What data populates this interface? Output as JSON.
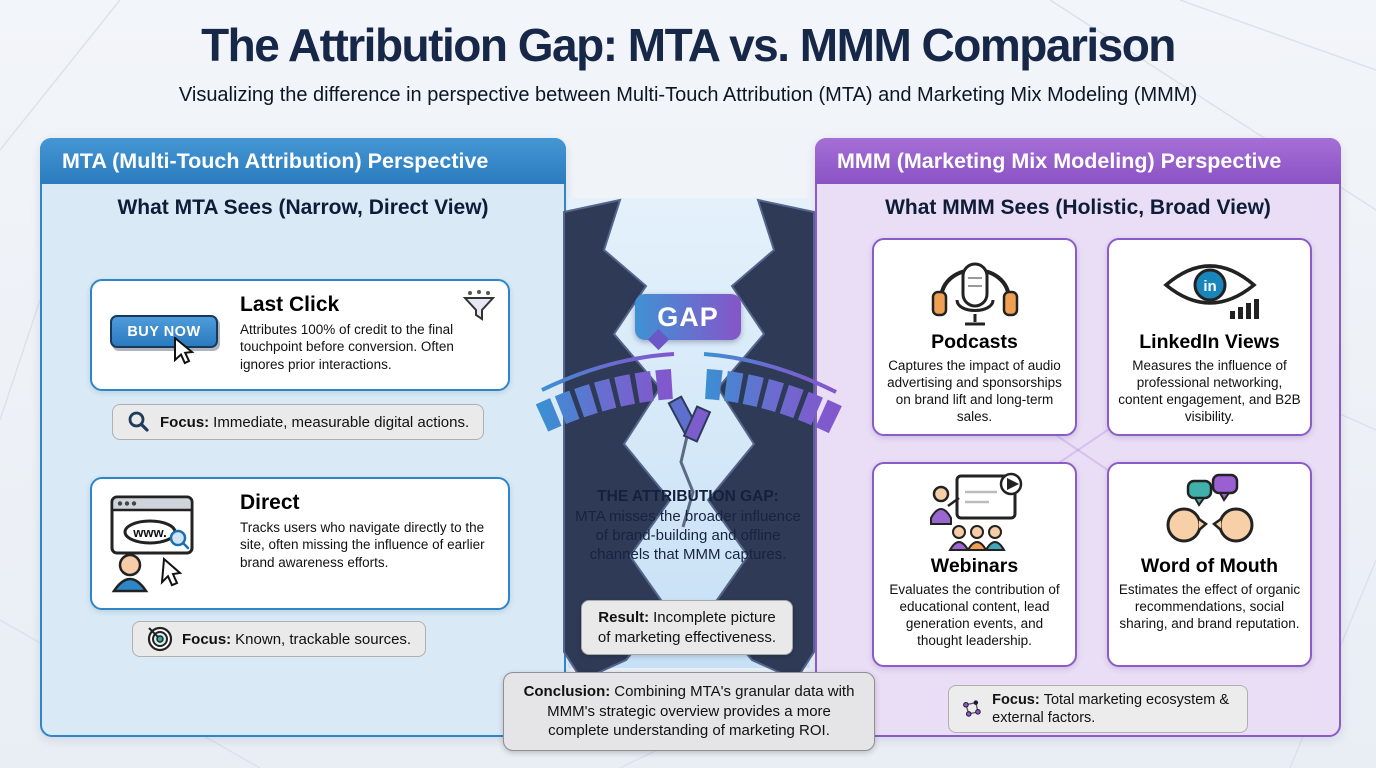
{
  "title": "The Attribution Gap: MTA vs. MMM Comparison",
  "subtitle": "Visualizing the difference in perspective between Multi-Touch Attribution (MTA) and Marketing Mix Modeling (MMM)",
  "mta": {
    "header": "MTA (Multi-Touch Attribution) Perspective",
    "section_title": "What MTA Sees (Narrow, Direct View)",
    "last_click": {
      "title": "Last Click",
      "description": "Attributes 100% of credit to the final touchpoint before conversion. Often ignores prior interactions.",
      "button_label": "BUY NOW"
    },
    "focus1": {
      "label": "Focus:",
      "text": "Immediate, measurable digital actions."
    },
    "direct": {
      "title": "Direct",
      "description": "Tracks users who navigate directly to the site, often missing the influence of earlier brand awareness efforts.",
      "browser_label": "www."
    },
    "focus2": {
      "label": "Focus:",
      "text": "Known, trackable sources."
    }
  },
  "gap": {
    "badge": "GAP",
    "headline": "THE ATTRIBUTION GAP:",
    "body": "MTA misses the broader influence of brand-building and offline channels that MMM captures.",
    "result_label": "Result:",
    "result_text": "Incomplete picture of marketing effectiveness.",
    "conclusion_label": "Conclusion:",
    "conclusion_text": "Combining MTA's granular data with MMM's strategic overview provides a more complete understanding of marketing ROI."
  },
  "mmm": {
    "header": "MMM (Marketing Mix Modeling) Perspective",
    "section_title": "What MMM Sees (Holistic, Broad View)",
    "cards": [
      {
        "title": "Podcasts",
        "icon": "podcast-mic-icon",
        "description": "Captures the impact of audio advertising and sponsorships on brand lift and long-term sales."
      },
      {
        "title": "LinkedIn Views",
        "icon": "linkedin-eye-icon",
        "logo_text": "in",
        "description": "Measures the influence of professional networking, content engagement, and B2B visibility."
      },
      {
        "title": "Webinars",
        "icon": "webinar-presentation-icon",
        "description": "Evaluates the contribution of educational content, lead generation events, and thought leadership."
      },
      {
        "title": "Word of Mouth",
        "icon": "word-of-mouth-icon",
        "description": "Estimates the effect of organic recommendations, social sharing, and brand reputation."
      }
    ],
    "focus": {
      "label": "Focus:",
      "text": "Total marketing ecosystem & external factors."
    }
  },
  "colors": {
    "mta_accent": "#2e86c6",
    "mmm_accent": "#8d5bc9",
    "title_navy": "#172747",
    "bridge_blue": "#3b8fd2",
    "bridge_purple": "#8456cc",
    "dark_chasm": "#2e3a56"
  }
}
